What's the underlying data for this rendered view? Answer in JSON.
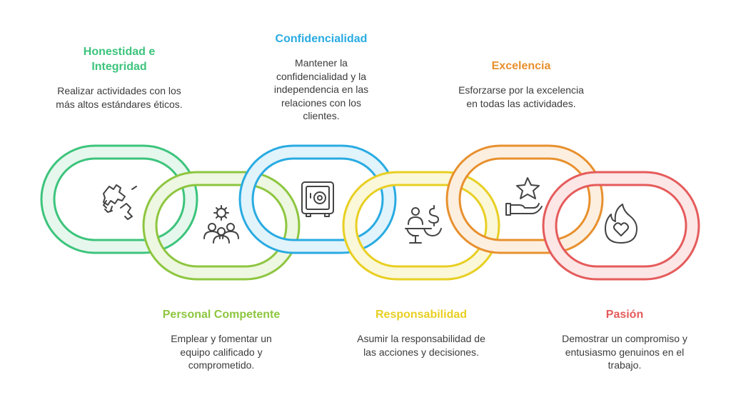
{
  "items": [
    {
      "title": "Honestidad e Integridad",
      "desc": "Realizar actividades con los más altos estándares éticos.",
      "color": "#3cc47c",
      "light": "#e6f7ed",
      "icon": "handshake-puzzle-icon"
    },
    {
      "title": "Personal Competente",
      "desc": "Emplear y fomentar un equipo calificado y comprometido.",
      "color": "#8dc63f",
      "light": "#eef7e1",
      "icon": "team-gear-icon"
    },
    {
      "title": "Confidencialidad",
      "desc": "Mantener la confidencialidad y la independencia en las relaciones con los clientes.",
      "color": "#29abe2",
      "light": "#e1f3fb",
      "icon": "safe-icon"
    },
    {
      "title": "Responsabilidad",
      "desc": "Asumir la responsabilidad de las acciones y decisiones.",
      "color": "#e8cf22",
      "light": "#fbf7d9",
      "icon": "balance-scale-person-icon"
    },
    {
      "title": "Excelencia",
      "desc": "Esforzarse por la excelencia en todas las actividades.",
      "color": "#e8902e",
      "light": "#fcefe0",
      "icon": "hand-star-icon"
    },
    {
      "title": "Pasión",
      "desc": "Demostrar un compromiso y entusiasmo genuinos en el trabajo.",
      "color": "#e55b5b",
      "light": "#fce6e6",
      "icon": "flame-heart-icon"
    }
  ]
}
